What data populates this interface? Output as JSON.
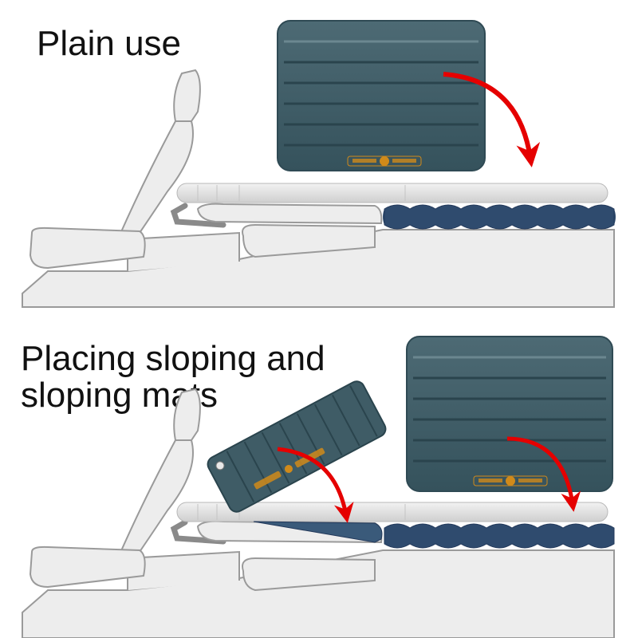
{
  "captions": {
    "plain_use": "Plain use",
    "sloping_line1": "Placing sloping and",
    "sloping_line2": "sloping mats"
  },
  "icons": {
    "placement_arrow": "red-curved-arrow-icon",
    "car_seat": "car-seat-outline-icon"
  },
  "colors": {
    "mat_main": "#3f5c66",
    "mat_fold": "#2f4a54",
    "mat_bottom": "#2f4b6e",
    "sloping_mat": "#3a5a7a",
    "arrow": "#e50000",
    "outline": "#999999",
    "fill_light": "#ededed",
    "rail": "#dcdcdc",
    "logo_accent": "#d08a1a"
  }
}
